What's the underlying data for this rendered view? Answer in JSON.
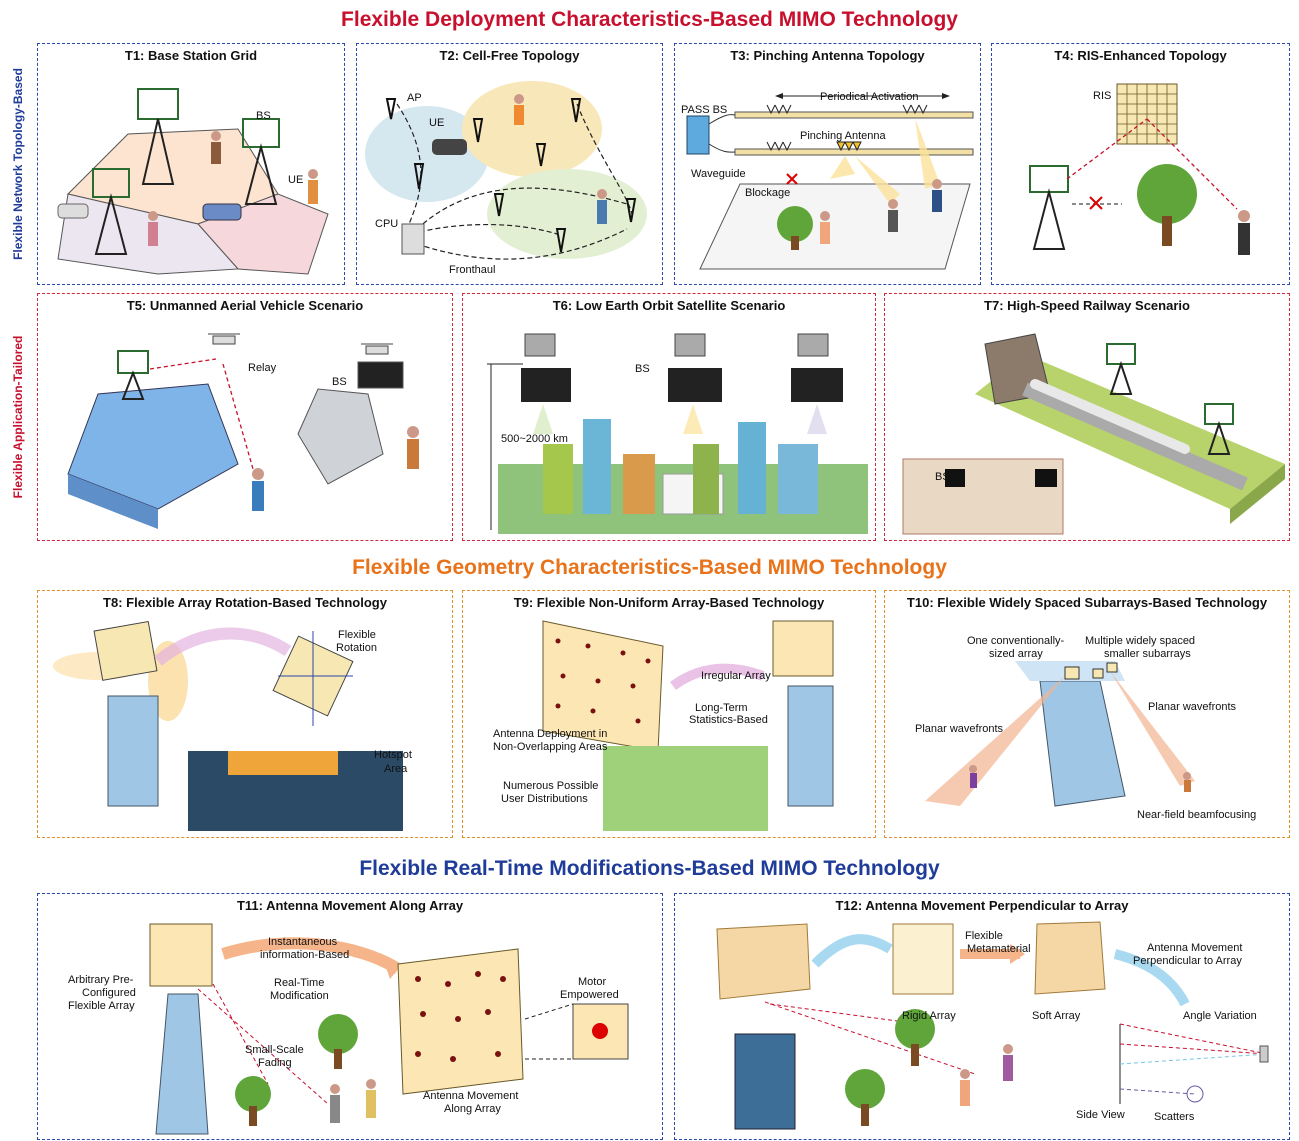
{
  "colors": {
    "red": "#c8102e",
    "orange": "#e8731a",
    "blue": "#1f3c99",
    "panel_blue": "#2b49a8",
    "panel_red": "#d0283c",
    "panel_orange": "#e0902c"
  },
  "sections": {
    "deployment": "Flexible Deployment Characteristics-Based MIMO Technology",
    "geometry": "Flexible Geometry Characteristics-Based MIMO Technology",
    "realtime": "Flexible Real-Time Modifications-Based MIMO Technology"
  },
  "side_labels": {
    "topology": "Flexible Network Topology-Based",
    "application": "Flexible Application-Tailored"
  },
  "panels": {
    "t1": {
      "title": "T1: Base Station Grid",
      "labels": [
        "BS",
        "UE"
      ]
    },
    "t2": {
      "title": "T2: Cell-Free Topology",
      "labels": [
        "AP",
        "UE",
        "CPU",
        "Fronthaul"
      ]
    },
    "t3": {
      "title": "T3: Pinching Antenna Topology",
      "labels": [
        "PASS BS",
        "Periodical Activation",
        "Pinching Antenna",
        "Waveguide",
        "Blockage"
      ]
    },
    "t4": {
      "title": "T4: RIS-Enhanced Topology",
      "labels": [
        "RIS"
      ]
    },
    "t5": {
      "title": "T5: Unmanned Aerial Vehicle Scenario",
      "labels": [
        "Relay",
        "BS"
      ]
    },
    "t6": {
      "title": "T6: Low Earth Orbit Satellite Scenario",
      "labels": [
        "BS",
        "500~2000 km"
      ]
    },
    "t7": {
      "title": "T7: High-Speed Railway Scenario",
      "labels": [
        "BS"
      ]
    },
    "t8": {
      "title": "T8:  Flexible Array Rotation-Based Technology",
      "labels": [
        "Flexible",
        "Rotation",
        "Hotspot",
        "Area"
      ]
    },
    "t9": {
      "title": "T9: Flexible Non-Uniform Array-Based Technology",
      "labels": [
        "Irregular Array",
        "Long-Term",
        "Statistics-Based",
        "Antenna Deployment in",
        "Non-Overlapping Areas",
        "Numerous Possible",
        "User Distributions"
      ]
    },
    "t10": {
      "title": "T10: Flexible Widely Spaced Subarrays-Based Technology",
      "labels": [
        "One conventionally-",
        "sized array",
        "Multiple widely spaced",
        "smaller subarrays",
        "Planar wavefronts",
        "Planar wavefronts",
        "Near-field beamfocusing"
      ]
    },
    "t11": {
      "title": "T11: Antenna Movement Along Array",
      "labels": [
        "Arbitrary Pre-",
        "Configured",
        "Flexible Array",
        "Instantaneous",
        "information-Based",
        "Real-Time",
        "Modification",
        "Small-Scale",
        "Fading",
        "Motor",
        "Empowered",
        "Antenna Movement",
        "Along Array"
      ]
    },
    "t12": {
      "title": "T12: Antenna Movement Perpendicular to Array",
      "labels": [
        "Flexible",
        "Metamaterial",
        "Rigid Array",
        "Soft Array",
        "Antenna Movement",
        "Perpendicular to Array",
        "Angle Variation",
        "Side View",
        "Scatters"
      ]
    }
  }
}
